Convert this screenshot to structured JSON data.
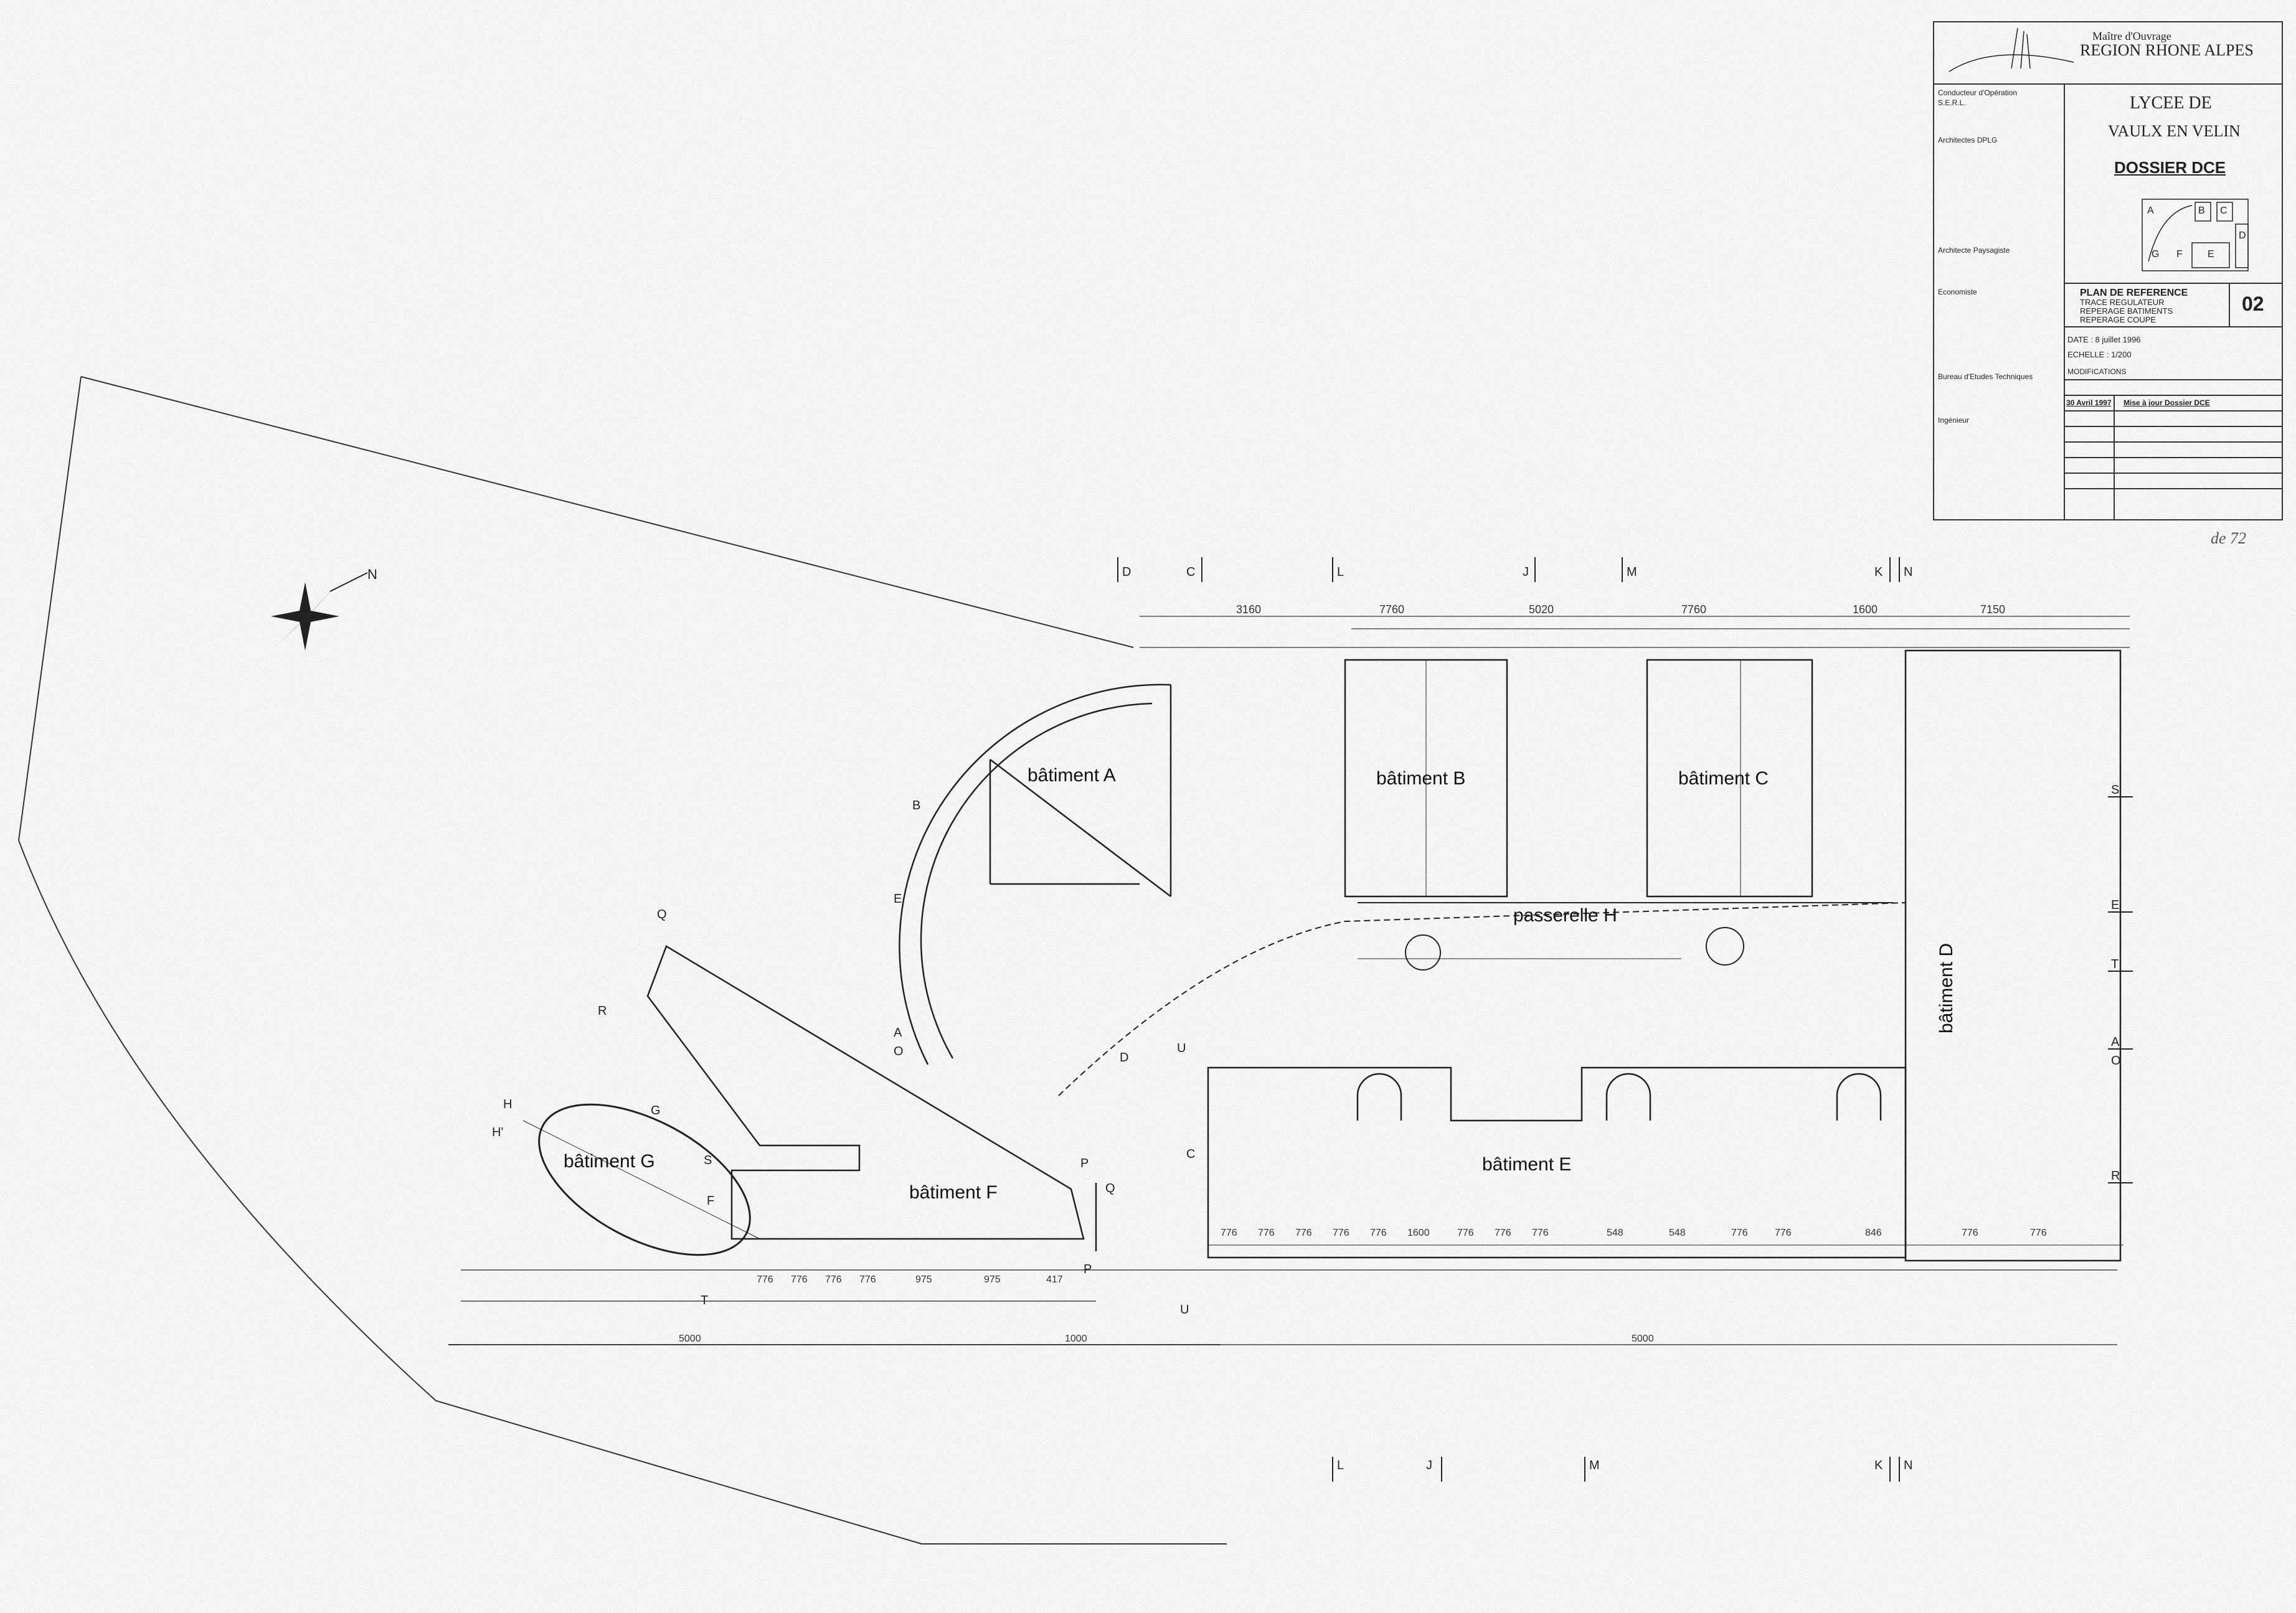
{
  "title_block": {
    "owner_caption": "Maître d'Ouvrage",
    "owner_name": "REGION RHONE ALPES",
    "project_line1": "LYCEE DE",
    "project_line2": "VAULX EN VELIN",
    "dossier": "DOSSIER DCE",
    "drawing_title_lines": [
      "PLAN DE REFERENCE",
      "TRACE REGULATEUR",
      "REPERAGE BATIMENTS",
      "REPERAGE COUPE"
    ],
    "sheet_number": "02",
    "date_line": "DATE : 8 juillet 1996",
    "scale_line": "ECHELLE : 1/200",
    "modifications_label": "MODIFICATIONS",
    "revision_date": "30 Avril 1997",
    "revision_note": "Mise à jour Dossier DCE",
    "stamp": "de 72",
    "key_letters": [
      "A",
      "B",
      "C",
      "D",
      "E",
      "F",
      "G"
    ],
    "team": [
      {
        "role": "Conducteur d'Opération",
        "name": "S.E.R.L."
      },
      {
        "role": "Architectes DPLG",
        "name": ""
      },
      {
        "role": "Architecte Paysagiste",
        "name": ""
      },
      {
        "role": "Economiste",
        "name": ""
      },
      {
        "role": "Bureau d'Etudes Techniques",
        "name": ""
      },
      {
        "role": "Ingénieur",
        "name": ""
      }
    ]
  },
  "buildings": {
    "a": "bâtiment A",
    "b": "bâtiment B",
    "c": "bâtiment C",
    "d": "bâtiment D",
    "e": "bâtiment E",
    "f": "bâtiment F",
    "g": "bâtiment G",
    "h": "passerelle H"
  },
  "north_label": "N",
  "section_markers": {
    "top": [
      "D",
      "C",
      "L",
      "J",
      "M",
      "K",
      "N"
    ],
    "bottom": [
      "L",
      "J",
      "M",
      "K",
      "N"
    ],
    "right": [
      "S",
      "E",
      "T",
      "A",
      "O",
      "R"
    ],
    "misc": [
      "B",
      "E",
      "Q",
      "R",
      "H",
      "H'",
      "G",
      "F",
      "S",
      "A",
      "O",
      "D",
      "U",
      "C",
      "P",
      "Q",
      "T",
      "U",
      "P"
    ]
  },
  "dimensions": {
    "top_row": [
      "3160",
      "7760",
      "5020",
      "7760",
      "1600",
      "7150"
    ],
    "bottom_row": [
      "776",
      "776",
      "776",
      "776",
      "776",
      "1600",
      "776",
      "776",
      "776",
      "548",
      "548",
      "776",
      "776",
      "846",
      "776",
      "776"
    ],
    "overall": [
      "5000",
      "1000",
      "5000"
    ],
    "f_row": [
      "776",
      "776",
      "776",
      "776",
      "975",
      "975",
      "417"
    ]
  },
  "colors": {
    "line": "#2a2a2a",
    "background": "#ffffff",
    "noise": "#9a9a9a"
  }
}
